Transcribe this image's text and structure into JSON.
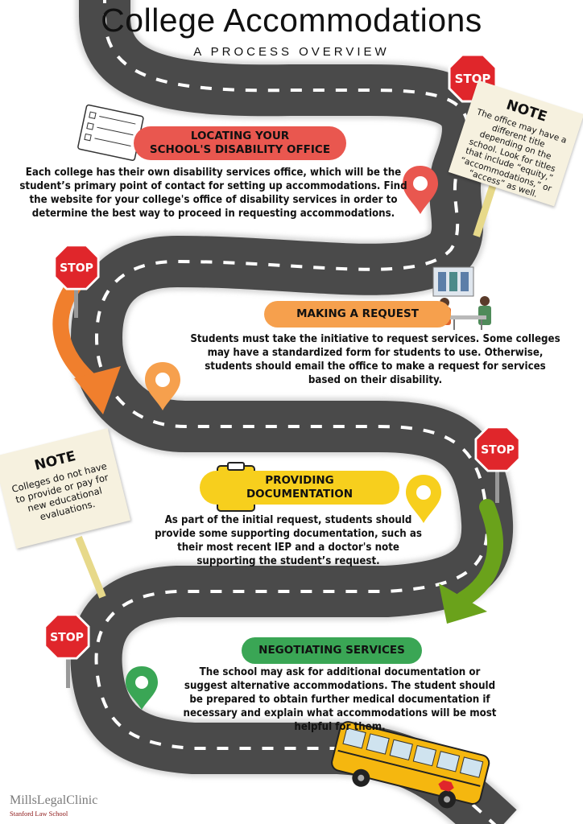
{
  "header": {
    "title": "College Accommodations",
    "subtitle": "A PROCESS OVERVIEW"
  },
  "steps": [
    {
      "label_line1": "LOCATING YOUR",
      "label_line2": "SCHOOL'S DISABILITY OFFICE",
      "color": "#e9574f",
      "text": "Each college has their own disability services office, which will be the student’s primary point of contact for setting up accommodations. Find the website for your college's office of disability services in order to determine the best way to proceed in requesting accommodations."
    },
    {
      "label_line1": "MAKING A REQUEST",
      "color": "#f6a04d",
      "text": "Students must take the initiative to request services. Some colleges may have a standardized form for students to use. Otherwise, students should email the office to make a request for services based on their disability."
    },
    {
      "label_line1": "PROVIDING",
      "label_line2": "DOCUMENTATION",
      "color": "#f7cf1d",
      "text": "As part of the initial request, students should provide some supporting documentation, such as their most recent IEP and a doctor's note supporting the student’s request."
    },
    {
      "label_line1": "NEGOTIATING SERVICES",
      "color": "#3aa655",
      "text": "The school may ask for additional documentation or suggest alternative accommodations. The student should be prepared to obtain further medical documentation if necessary and explain what accommodations will be most helpful for them."
    }
  ],
  "notes": [
    {
      "heading": "NOTE",
      "text": "The office may have a different title depending on the school. Look for titles that include “equity,” “accommodations,” or “access” as well."
    },
    {
      "heading": "NOTE",
      "text": "Colleges do not have to provide or pay for new educational evaluations."
    }
  ],
  "stop_sign_text": "STOP",
  "bus_sign_text": "STOP",
  "footer": {
    "org": "MillsLegalClinic",
    "school": "Stanford Law School"
  },
  "colors": {
    "road": "#4a4a4a",
    "road_edge": "#cfcfcf",
    "stop": "#e0262b",
    "pin_red": "#e9574f",
    "pin_orange": "#f6a04d",
    "pin_yellow": "#f7cf1d",
    "pin_green": "#3aa655",
    "arrow_orange": "#f07f2d",
    "arrow_green": "#6aa21b",
    "bus": "#f5b70f"
  },
  "icons": [
    "checklist-icon",
    "office-meeting-icon",
    "clipboard-icon",
    "location-pin-icon",
    "school-bus-icon",
    "stop-sign-icon"
  ]
}
